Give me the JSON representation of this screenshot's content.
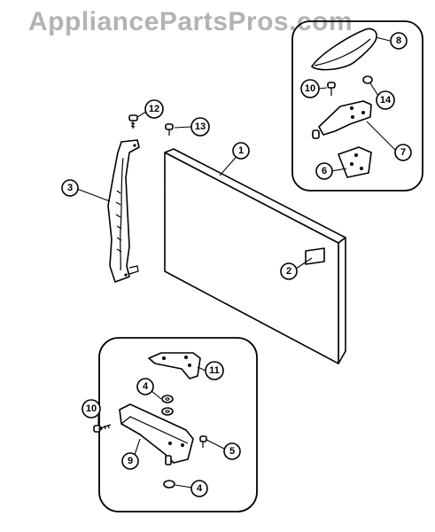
{
  "watermark": "AppliancePartsPros.com",
  "callouts": {
    "c1": "1",
    "c2": "2",
    "c3": "3",
    "c4a": "4",
    "c4b": "4",
    "c5": "5",
    "c6": "6",
    "c7": "7",
    "c8": "8",
    "c9": "9",
    "c10a": "10",
    "c10b": "10",
    "c11": "11",
    "c12": "12",
    "c13": "13",
    "c14": "14"
  }
}
